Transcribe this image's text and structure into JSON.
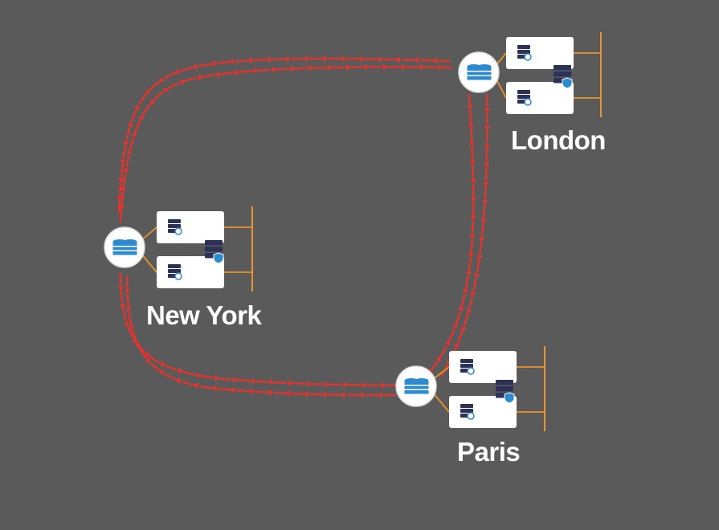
{
  "diagram": {
    "sites": [
      {
        "id": "london",
        "name": "London"
      },
      {
        "id": "newyork",
        "name": "New York"
      },
      {
        "id": "paris",
        "name": "Paris"
      }
    ],
    "links": [
      {
        "from": "london",
        "to": "newyork",
        "style": "dashed-arrows",
        "direction": "bidirectional"
      },
      {
        "from": "newyork",
        "to": "paris",
        "style": "dashed-arrows",
        "direction": "bidirectional"
      },
      {
        "from": "paris",
        "to": "london",
        "style": "dashed-arrows",
        "direction": "bidirectional"
      }
    ],
    "colors": {
      "background": "#5a5a5a",
      "replication_arrows": "#e8332c",
      "network_lines": "#e8952c",
      "server_box": "#ffffff",
      "database_icon": "#2b8ad0",
      "server_icon": "#2d3158",
      "label_text": "#ffffff"
    },
    "icons": [
      "database-icon",
      "server-icon",
      "shield-icon"
    ]
  }
}
